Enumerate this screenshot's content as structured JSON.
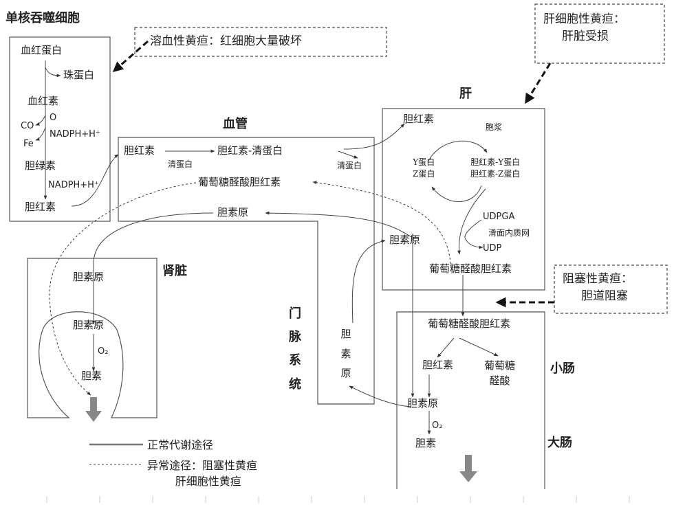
{
  "boxes": {
    "mononuclear": {
      "title": "单核吞噬细胞",
      "hemoglobin": "血红蛋白",
      "globin": "珠蛋白",
      "heme": "血红素",
      "co": "CO",
      "o": "O",
      "fe": "Fe",
      "nadph_1": "NADPH+H⁺",
      "biliverdin": "胆绿素",
      "nadph_2": "NADPH+H⁺",
      "bilirubin": "胆红素"
    },
    "blood_vessel": {
      "title": "血管",
      "bilirubin": "胆红素",
      "albumin_1": "清蛋白",
      "bilirubin_albumin": "胆红素-清蛋白",
      "albumin_2": "清蛋白",
      "glucuronide": "葡萄糖醛酸胆红素",
      "urobilinogen": "胆素原"
    },
    "liver": {
      "title": "肝",
      "bilirubin": "胆红素",
      "membrane": "胞浆",
      "y_z_protein": "Y蛋白\nZ蛋白",
      "bilirubin_y_z": "胆红素-Y蛋白\n胆红素-Z蛋白",
      "udpga": "UDPGA",
      "er": "滑面内质网",
      "udp": "UDP",
      "urobilinogen": "胆素原",
      "glucuronide": "葡萄糖醛酸胆红素"
    },
    "kidney": {
      "title": "肾脏",
      "urobilinogen_1": "胆素原",
      "urobilinogen_2": "胆素原",
      "o2": "O₂",
      "urobilin": "胆素"
    },
    "portal": {
      "title": "门脉系统",
      "urobilinogen": "胆素原"
    },
    "small_intestine": {
      "title": "小肠",
      "glucuronide": "葡萄糖醛酸胆红素",
      "bilirubin": "胆红素",
      "glucuronic_acid": "葡萄糖\n醛酸"
    },
    "large_intestine": {
      "title": "大肠",
      "urobilinogen": "胆素原",
      "o2": "O₂",
      "urobilin": "胆素"
    }
  },
  "notes": {
    "hemolytic": "溶血性黄疸：红细胞大量破坏",
    "hepatocellular": "肝细胞性黄疸：\n     肝脏受损",
    "obstructive": "阻塞性黄疸：\n     胆道阻塞"
  },
  "legend": {
    "normal": "正常代谢途径",
    "abnormal": "异常途径：阻塞性黄疸\n        肝细胞性黄疸"
  }
}
